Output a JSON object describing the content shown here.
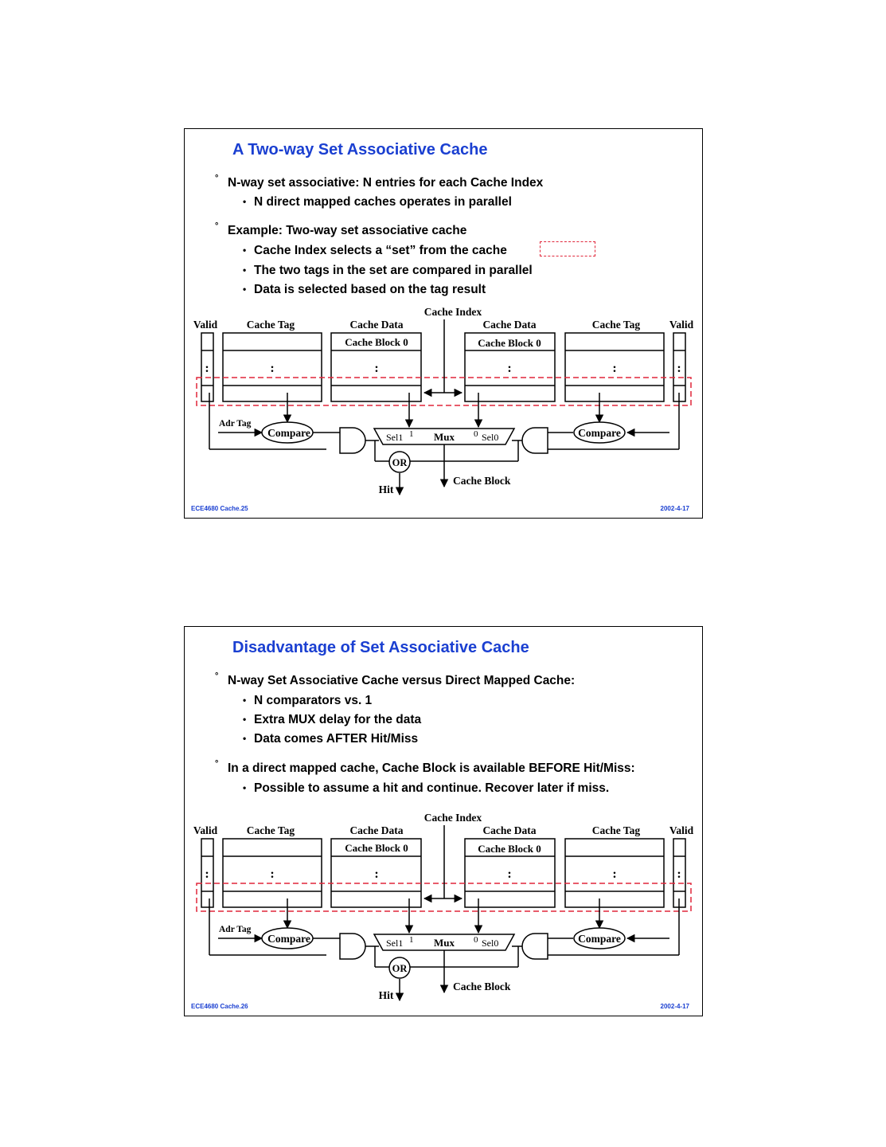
{
  "slides": [
    {
      "title": "A Two-way Set Associative Cache",
      "bullets": [
        {
          "text": "N-way set associative: N entries for each Cache Index",
          "subs": [
            "N direct mapped caches operates in parallel"
          ]
        },
        {
          "text": "Example: Two-way set associative cache",
          "subs": [
            "Cache Index selects a “set” from the cache",
            "The two tags in the set are compared in parallel",
            "Data is selected based on the tag result"
          ]
        }
      ],
      "footer_left": "ECE4680  Cache.25",
      "footer_right": "2002-4-17"
    },
    {
      "title": "Disadvantage of Set Associative Cache",
      "bullets": [
        {
          "text": "N-way Set Associative Cache versus Direct Mapped Cache:",
          "subs": [
            "N comparators vs. 1",
            "Extra MUX delay for the data",
            "Data comes AFTER Hit/Miss"
          ]
        },
        {
          "text": "In a direct mapped cache, Cache Block is available BEFORE Hit/Miss:",
          "subs": [
            "Possible to assume a hit and continue.  Recover later if miss."
          ]
        }
      ],
      "footer_left": "ECE4680  Cache.26",
      "footer_right": "2002-4-17"
    }
  ],
  "diagram": {
    "cache_index": "Cache Index",
    "valid": "Valid",
    "cache_tag": "Cache Tag",
    "cache_data": "Cache Data",
    "cache_block_0": "Cache Block 0",
    "dots": ":",
    "adr_tag": "Adr Tag",
    "compare": "Compare",
    "sel1": "Sel1",
    "sel0": "Sel0",
    "one": "1",
    "zero": "0",
    "mux": "Mux",
    "or": "OR",
    "hit": "Hit",
    "cache_block": "Cache Block"
  },
  "colors": {
    "title": "#1a3fd1",
    "highlight": "#e0263a",
    "footer": "#1a3fd1"
  }
}
